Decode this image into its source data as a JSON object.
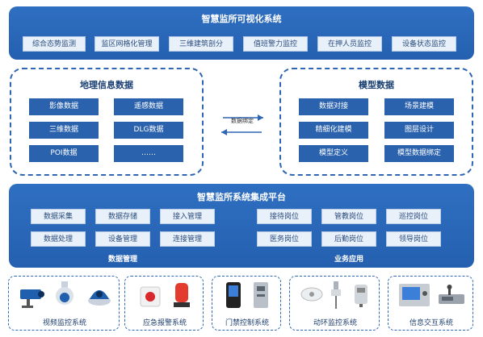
{
  "top": {
    "title": "智慧监所可视化系统",
    "items": [
      "综合态势监测",
      "监区网格化管理",
      "三维建筑剖分",
      "值班警力监控",
      "在押人员监控",
      "设备状态监控"
    ]
  },
  "geo": {
    "title": "地理信息数据",
    "items": [
      "影像数据",
      "遥感数据",
      "三维数据",
      "DLG数据",
      "POI数据",
      "……"
    ]
  },
  "model": {
    "title": "模型数据",
    "items": [
      "数据对接",
      "场景建模",
      "精细化建模",
      "图层设计",
      "模型定义",
      "模型数据绑定"
    ]
  },
  "binding_label": "数据绑定",
  "platform": {
    "title": "智慧监所系统集成平台",
    "data_items": [
      "数据采集",
      "数据存储",
      "接入管理",
      "数据处理",
      "设备管理",
      "连接管理"
    ],
    "data_caption": "数据管理",
    "biz_items": [
      "接待岗位",
      "管教岗位",
      "巡控岗位",
      "医务岗位",
      "后勤岗位",
      "领导岗位"
    ],
    "biz_caption": "业务应用"
  },
  "devices": [
    {
      "label": "视频监控系统",
      "icons": [
        "bullet-camera-icon",
        "speed-dome-icon",
        "dome-camera-icon"
      ]
    },
    {
      "label": "应急报警系统",
      "icons": [
        "panic-button-icon",
        "alarm-light-icon"
      ]
    },
    {
      "label": "门禁控制系统",
      "icons": [
        "access-terminal-icon",
        "door-controller-icon"
      ]
    },
    {
      "label": "动环监控系统",
      "icons": [
        "smoke-detector-icon",
        "temperature-sensor-icon",
        "water-sensor-icon"
      ]
    },
    {
      "label": "信息交互系统",
      "icons": [
        "intercom-terminal-icon",
        "desk-intercom-icon"
      ]
    }
  ],
  "colors": {
    "primary": "#2a62ad",
    "light": "#e8f0fa",
    "dashed": "#2e66b3"
  }
}
